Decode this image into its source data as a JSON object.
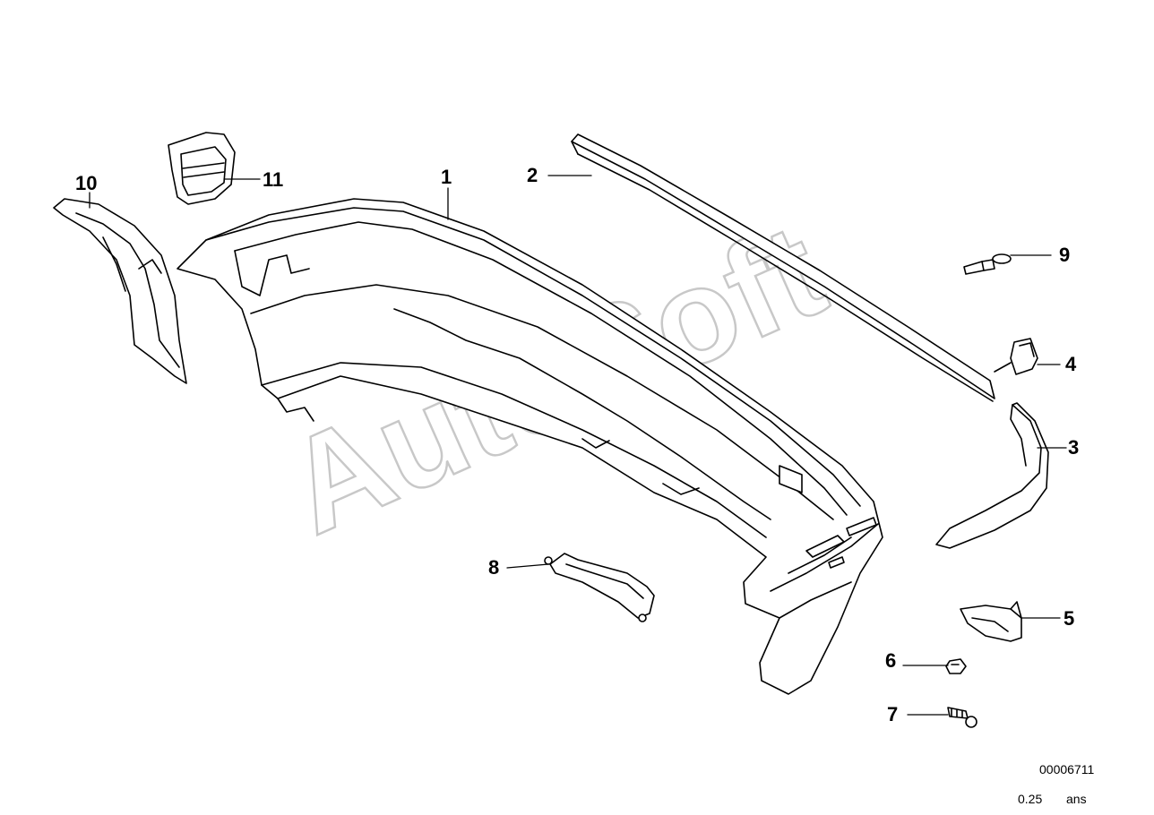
{
  "watermark": {
    "text": "AutoSoft",
    "color": "#c8c8c8"
  },
  "callouts": {
    "c1": "1",
    "c2": "2",
    "c3": "3",
    "c4": "4",
    "c5": "5",
    "c6": "6",
    "c7": "7",
    "c8": "8",
    "c9": "9",
    "c10": "10",
    "c11": "11"
  },
  "footer": {
    "code": "00006711",
    "scale": "0.25",
    "unit": "ans"
  }
}
